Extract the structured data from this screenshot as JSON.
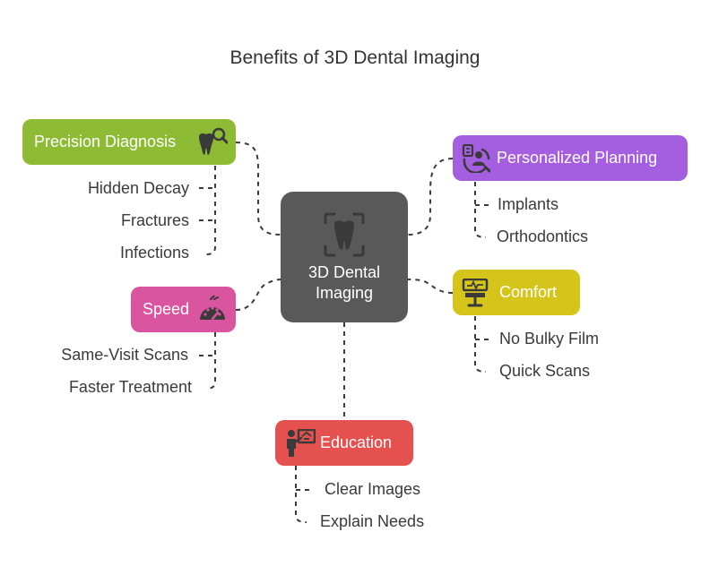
{
  "title": "Benefits of 3D Dental Imaging",
  "center": {
    "label_line1": "3D Dental",
    "label_line2": "Imaging",
    "icon": "tooth-scan-icon",
    "color": "#595959"
  },
  "nodes": {
    "precision": {
      "label": "Precision Diagnosis",
      "color": "#8dbb34",
      "icon": "tooth-search-icon",
      "items": [
        "Hidden Decay",
        "Fractures",
        "Infections"
      ]
    },
    "speed": {
      "label": "Speed",
      "color": "#d9559f",
      "icon": "speedometer-icon",
      "items": [
        "Same-Visit Scans",
        "Faster Treatment"
      ]
    },
    "education": {
      "label": "Education",
      "color": "#e5514f",
      "icon": "presenter-icon",
      "items": [
        "Clear Images",
        "Explain Needs"
      ]
    },
    "planning": {
      "label": "Personalized Planning",
      "color": "#a55ee0",
      "icon": "person-plan-icon",
      "items": [
        "Implants",
        "Orthodontics"
      ]
    },
    "comfort": {
      "label": "Comfort",
      "color": "#d5c51b",
      "icon": "dental-chair-icon",
      "items": [
        "No Bulky Film",
        "Quick Scans"
      ]
    }
  }
}
